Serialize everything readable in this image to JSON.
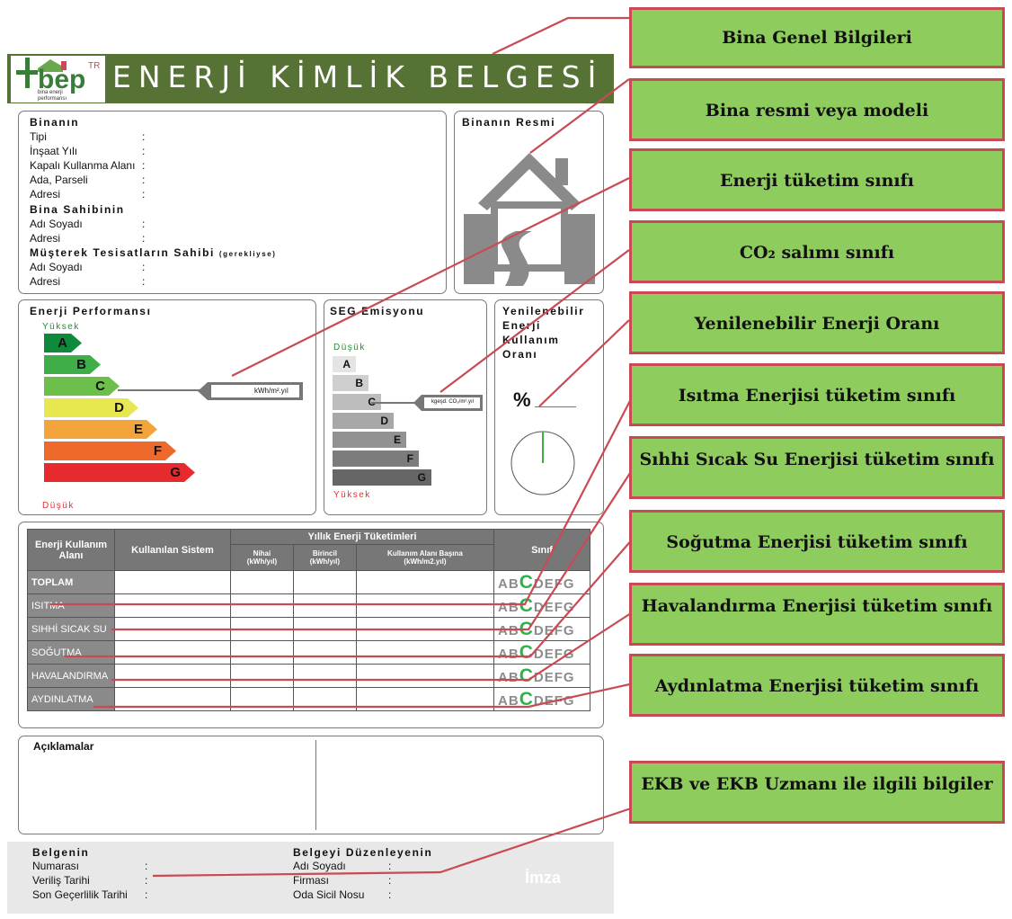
{
  "header": {
    "logo_text": "bep",
    "logo_sup": "TR",
    "logo_sub1": "bina enerji",
    "logo_sub2": "performansı",
    "title": "ENERJİ KİMLİK BELGESİ"
  },
  "building": {
    "section1": "Binanın",
    "fields1": [
      "Tipi",
      "İnşaat Yılı",
      "Kapalı Kullanma Alanı",
      "Ada, Parseli",
      "Adresi"
    ],
    "section2": "Bina Sahibinin",
    "fields2": [
      "Adı Soyadı",
      "Adresi"
    ],
    "section3": "Müşterek Tesisatların Sahibi",
    "section3_note": "(gerekliyse)",
    "fields3": [
      "Adı Soyadı",
      "Adresi"
    ],
    "colon": ":"
  },
  "photo": {
    "title": "Binanın Resmi"
  },
  "energy_perf": {
    "title": "Enerji Performansı",
    "high": "Yüksek",
    "low": "Düşük",
    "grades": [
      "A",
      "B",
      "C",
      "D",
      "E",
      "F",
      "G"
    ],
    "unit": "kWh/m².yıl",
    "colors": [
      "#0f8a3c",
      "#3fae49",
      "#6cbf4a",
      "#e8e651",
      "#f2a33a",
      "#ee6a2c",
      "#e62a2d"
    ]
  },
  "seg": {
    "title": "SEG Emisyonu",
    "low": "Düşük",
    "high": "Yüksek",
    "grades": [
      "A",
      "B",
      "C",
      "D",
      "E",
      "F",
      "G"
    ],
    "unit": "kgeşd. CO₂/m².yıl"
  },
  "renewable": {
    "title": "Yenilenebilir Enerji Kullanım Oranı",
    "symbol": "%"
  },
  "table": {
    "col_usage": "Enerji Kullanım Alanı",
    "col_system": "Kullanılan Sistem",
    "col_annual": "Yıllık Enerji Tüketimleri",
    "col_final": "Nihai",
    "col_final_unit": "(kWh/yıl)",
    "col_primary": "Birincil",
    "col_primary_unit": "(kWh/yıl)",
    "col_area": "Kullanım Alanı Başına",
    "col_area_unit": "(kWh/m2.yıl)",
    "col_class": "Sınıf",
    "rows": [
      "TOPLAM",
      "ISITMA",
      "SIHHİ SICAK SU",
      "SOĞUTMA",
      "HAVALANDIRMA",
      "AYDINLATMA"
    ],
    "class_letters": [
      "A",
      "B",
      "C",
      "D",
      "E",
      "F",
      "G"
    ],
    "highlight": "C"
  },
  "notes": {
    "title": "Açıklamalar"
  },
  "footer": {
    "cert_title": "Belgenin",
    "cert_fields": [
      "Numarası",
      "Veriliş Tarihi",
      "Son Geçerlilik Tarihi"
    ],
    "issuer_title": "Belgeyi Düzenleyenin",
    "issuer_fields": [
      "Adı Soyadı",
      "Firması",
      "Oda Sicil Nosu"
    ],
    "signature": "İmza"
  },
  "callouts": [
    "Bina Genel Bilgileri",
    "Bina resmi veya modeli",
    "Enerji tüketim sınıfı",
    "CO₂ salımı sınıfı",
    "Yenilenebilir Enerji Oranı",
    "Isıtma Enerjisi tüketim sınıfı",
    "Sıhhi Sıcak Su Enerjisi tüketim sınıfı",
    "Soğutma Enerjisi tüketim sınıfı",
    "Havalandırma Enerjisi tüketim sınıfı",
    "Aydınlatma Enerjisi tüketim sınıfı",
    "EKB ve EKB Uzmanı ile ilgili bilgiler"
  ],
  "colors": {
    "banner": "#567235",
    "callout_fill": "#8fcc5e",
    "callout_border": "#c94a54",
    "leader": "#c94a54",
    "highlight": "#2db34a"
  }
}
